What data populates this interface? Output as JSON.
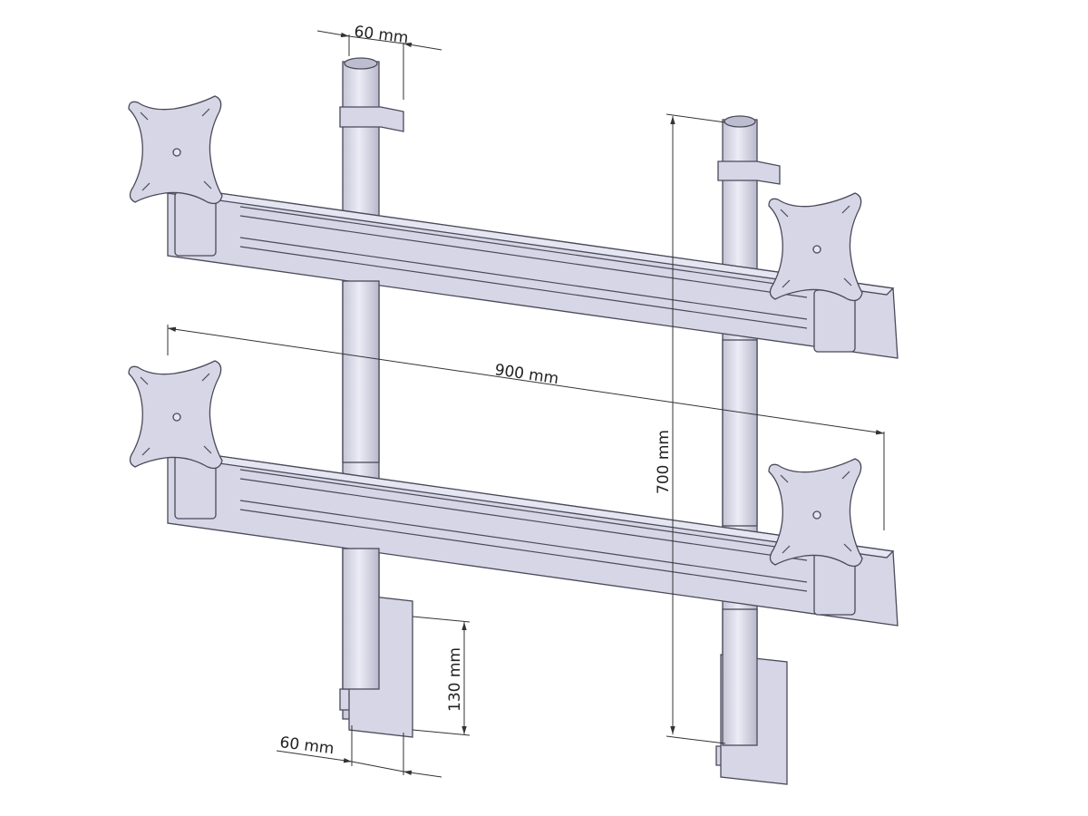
{
  "dimensions": {
    "top_width": "60 mm",
    "beam_length": "900 mm",
    "height": "700 mm",
    "plate_height": "130 mm",
    "bottom_width": "60 mm"
  },
  "colors": {
    "metal": "#d6d6e6",
    "outline": "#4a4a5a"
  }
}
